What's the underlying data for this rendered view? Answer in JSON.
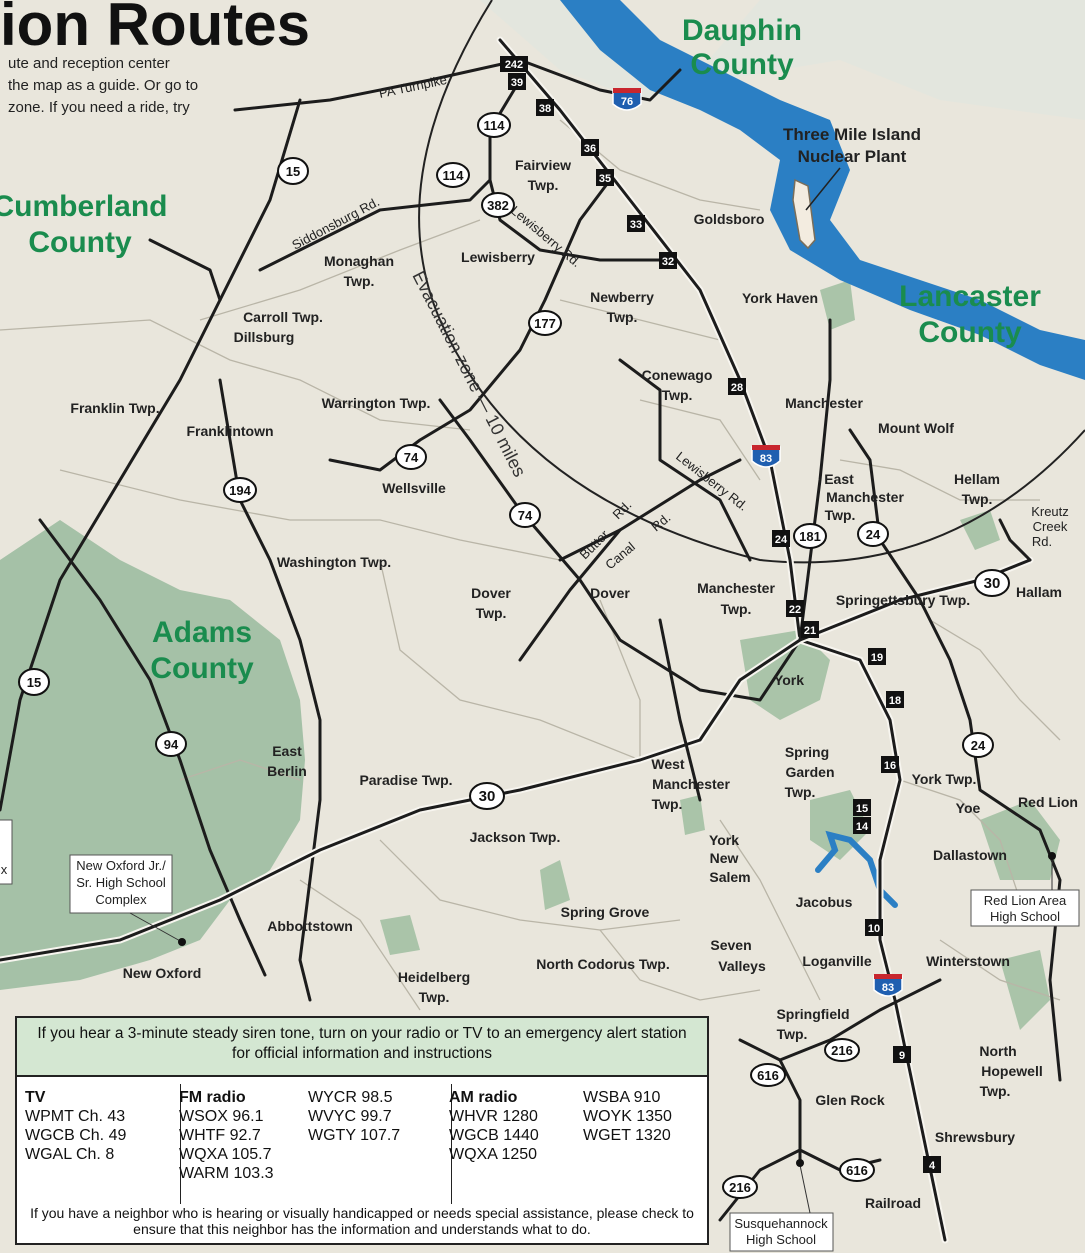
{
  "title": "ion Routes",
  "intro_lines": [
    "ute and reception center",
    "the map as a guide. Or go to",
    "zone. If you need a ride, try"
  ],
  "counties": {
    "dauphin": [
      "Dauphin",
      "County"
    ],
    "cumberland": [
      "Cumberland",
      "County"
    ],
    "lancaster": [
      "Lancaster",
      "County"
    ],
    "adams": [
      "Adams",
      "County"
    ]
  },
  "plant_label": [
    "Three Mile Island",
    "Nuclear Plant"
  ],
  "zone_label": "Evacuation zone — 10 miles",
  "places": {
    "fairview": [
      "Fairview",
      "Twp."
    ],
    "goldsboro": "Goldsboro",
    "monaghan": [
      "Monaghan",
      "Twp."
    ],
    "lewisberry": "Lewisberry",
    "newberry": [
      "Newberry",
      "Twp."
    ],
    "york_haven": "York Haven",
    "carroll": [
      "Carroll Twp.",
      "Dillsburg"
    ],
    "conewago": [
      "Conewago",
      "Twp."
    ],
    "manchester": "Manchester",
    "mount_wolf": "Mount Wolf",
    "franklin_twp": "Franklin Twp.",
    "warrington": "Warrington Twp.",
    "franklintown": "Franklintown",
    "wellsville": "Wellsville",
    "east_manchester": [
      "East",
      "Manchester",
      "Twp."
    ],
    "hellam_twp": [
      "Hellam",
      "Twp."
    ],
    "kreutz": [
      "Kreutz",
      "Creek",
      "Rd."
    ],
    "washington": "Washington Twp.",
    "dover_twp": [
      "Dover",
      "Twp."
    ],
    "dover": "Dover",
    "manchester_twp": [
      "Manchester",
      "Twp."
    ],
    "springettsbury": "Springettsbury Twp.",
    "hallam": "Hallam",
    "york": "York",
    "east_berlin": [
      "East",
      "Berlin"
    ],
    "paradise": "Paradise Twp.",
    "west_manchester": [
      "West",
      "Manchester",
      "Twp."
    ],
    "spring_garden": [
      "Spring",
      "Garden",
      "Twp."
    ],
    "york_twp": "York Twp.",
    "yoe": "Yoe",
    "red_lion": "Red Lion",
    "jackson": "Jackson Twp.",
    "york_new_salem": [
      "York",
      "New",
      "Salem"
    ],
    "dallastown": "Dallastown",
    "jacobus": "Jacobus",
    "spring_grove": "Spring Grove",
    "abbottstown": "Abbottstown",
    "seven_valleys": [
      "Seven",
      "Valleys"
    ],
    "north_codorus": "North Codorus Twp.",
    "loganville": "Loganville",
    "winterstown": "Winterstown",
    "heidelberg": [
      "Heidelberg",
      "Twp."
    ],
    "new_oxford": "New Oxford",
    "springfield": [
      "Springfield",
      "Twp."
    ],
    "north_hopewell": [
      "North",
      "Hopewell",
      "Twp."
    ],
    "glen_rock": "Glen Rock",
    "shrewsbury": "Shrewsbury",
    "railroad": "Railroad"
  },
  "roads": {
    "pa_turnpike": "PA Turnpike",
    "siddonsburg": "Siddonsburg Rd.",
    "lewisberry_rd": "Lewisberry Rd.",
    "lewisberry_rd2": "Lewisberry Rd.",
    "butter_rd": [
      "Butter",
      "Rd."
    ],
    "canal_rd": [
      "Canal",
      "Rd."
    ]
  },
  "callouts": {
    "new_oxford_hs": [
      "New Oxford Jr./",
      "Sr. High School",
      "Complex"
    ],
    "red_lion_hs": [
      "Red Lion Area",
      "High School"
    ],
    "susquehannock_hs": [
      "Susquehannock",
      "High School"
    ],
    "partial": "x"
  },
  "route_shields": [
    "15",
    "114",
    "114",
    "382",
    "177",
    "74",
    "74",
    "194",
    "94",
    "15",
    "30",
    "181",
    "24",
    "24",
    "30",
    "216",
    "216",
    "616",
    "616",
    "76",
    "83",
    "83",
    "242"
  ],
  "exits": [
    "39",
    "38",
    "36",
    "35",
    "33",
    "32",
    "28",
    "24",
    "22",
    "21",
    "19",
    "18",
    "16",
    "15",
    "14",
    "10",
    "9",
    "4"
  ],
  "info": {
    "header": "If you hear a 3-minute steady siren tone, turn on your radio or TV to an emergency alert station for official information and instructions",
    "tv_heading": "TV",
    "tv": [
      "WPMT Ch. 43",
      "WGCB Ch. 49",
      "WGAL Ch. 8"
    ],
    "fm_heading": "FM radio",
    "fm_col1": [
      "WSOX 96.1",
      "WHTF 92.7",
      "WQXA 105.7",
      "WARM 103.3"
    ],
    "fm_col2": [
      "WYCR 98.5",
      "WVYC 99.7",
      "WGTY 107.7"
    ],
    "am_heading": "AM radio",
    "am_col1": [
      "WHVR 1280",
      "WGCB 1440",
      "WQXA 1250"
    ],
    "am_col2": [
      "WSBA 910",
      "WOYK 1350",
      "WGET 1320"
    ],
    "footer": "If you have a neighbor who is hearing or visually handicapped or needs special assistance, please check to ensure that this neighbor has the information and understands what to do."
  },
  "colors": {
    "land": "#e9e6dc",
    "adams_green": "#93b89a",
    "river": "#2b7fc4",
    "county_text": "#1a8c4e",
    "info_header": "#d4e7d2"
  }
}
